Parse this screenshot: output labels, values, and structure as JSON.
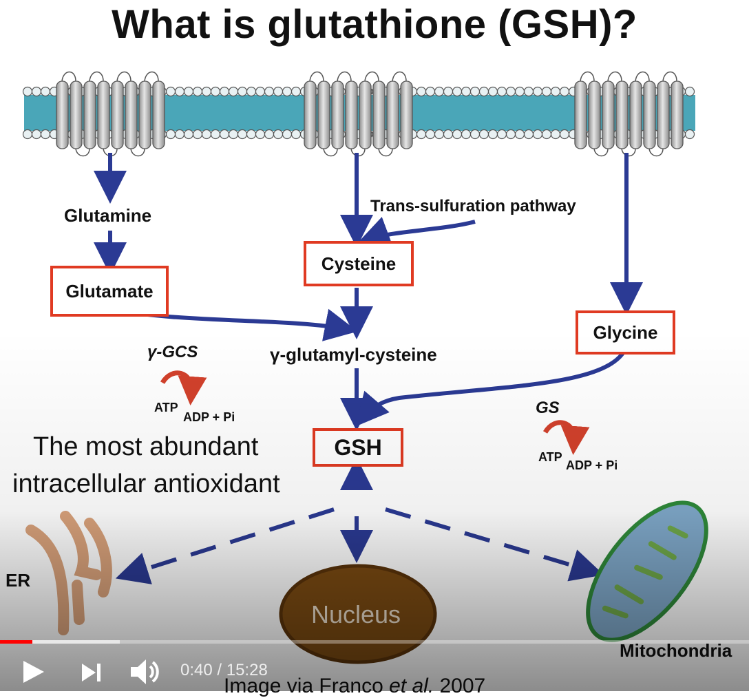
{
  "slide": {
    "title": "What is glutathione (GSH)?",
    "labels": {
      "glutamine": "Glutamine",
      "glutamate": "Glutamate",
      "cysteine": "Cysteine",
      "glycine": "Glycine",
      "trans_sulfuration": "Trans-sulfuration pathway",
      "gamma_glutamyl_cysteine": "γ-glutamyl-cysteine",
      "gsh": "GSH",
      "gamma_gcs": "γ-GCS",
      "gs": "GS",
      "atp_1": "ATP",
      "adp_pi_1": "ADP + Pi",
      "atp_2": "ATP",
      "adp_pi_2": "ADP + Pi",
      "er": "ER",
      "nucleus": "Nucleus",
      "mitochondria": "Mitochondria"
    },
    "note_line1": "The most abundant",
    "note_line2": "intracellular antioxidant",
    "caption_prefix": "Image via Franco ",
    "caption_etal": "et al.",
    "caption_year": " 2007",
    "colors": {
      "arrow": "#2b3a94",
      "highlight_box": "#e03a22",
      "membrane_fill": "#4aa6b8",
      "er": "#d9a27b",
      "nucleus": "#7a4a12",
      "mitochondria": "#7fa8c9"
    }
  },
  "player": {
    "current_time": "0:40",
    "separator": " / ",
    "duration": "15:28",
    "progress_fraction": 0.043,
    "buffered_fraction": 0.16,
    "play_icon": "play-icon",
    "next_icon": "next-icon",
    "volume_icon": "volume-icon"
  }
}
